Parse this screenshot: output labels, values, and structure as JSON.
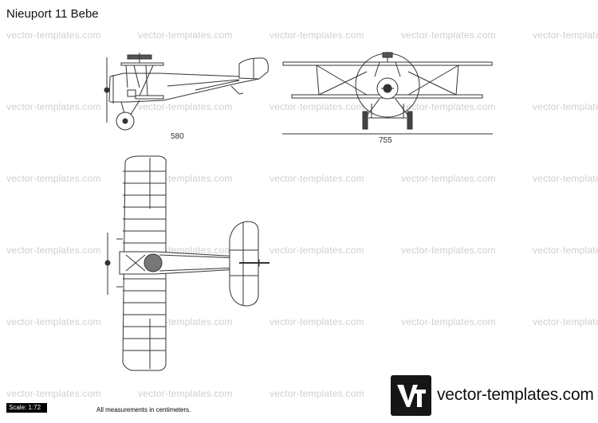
{
  "title": "Nieuport 11 Bebe",
  "watermark": "vector-templates.com",
  "dimensions": {
    "side_length": "580",
    "front_span": "755"
  },
  "scale_label": "Scale: 1:72",
  "note": "All measurements in centimeters.",
  "brand": {
    "logo_text": "vector-templates.com",
    "logo_mark": "VT"
  },
  "colors": {
    "line": "#333333",
    "watermark": "#cfcfcf",
    "logo_bg": "#161616"
  }
}
